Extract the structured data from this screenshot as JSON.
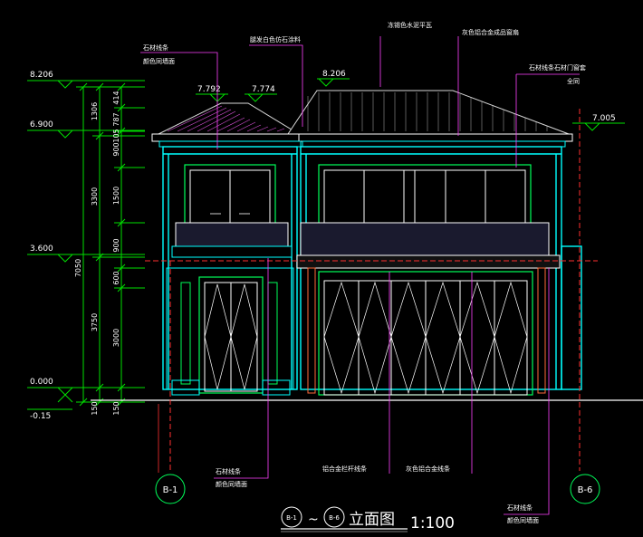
{
  "levels": {
    "left": [
      "8.206",
      "6.900",
      "3.600",
      "0.000",
      "-0.15"
    ],
    "roof_peaks": [
      "7.792",
      "7.774",
      "8.206"
    ],
    "right_eave": "7.005"
  },
  "dimensions": {
    "outer_total": "7050",
    "outer_chain": [
      "1306",
      "3300",
      "3750",
      "150"
    ],
    "inner_chain": [
      "414",
      "787",
      "105",
      "900",
      "1500",
      "900",
      "600",
      "3000",
      "150"
    ]
  },
  "annotations": {
    "stone_trim_left_top": "石材线条",
    "paint_left_top": "颜色同墙面",
    "white_stone_coating": "腿发白色仿石涂料",
    "roof_tile": "冻锡色水泥平瓦",
    "alu_alloy_window": "灰色铝合金成品窗扇",
    "stone_lintel": "石材线条石材门窗套",
    "same_right": "全同",
    "stone_trim_bottom_left": "石材线条",
    "paint_bottom_left": "颜色同墙面",
    "alu_railing_label": "铝合金栏杆线条",
    "gray_alu_label": "灰色铝合金线条",
    "stone_trim_bottom_right": "石材线条",
    "paint_bottom_right": "颜色同墙面"
  },
  "axis_bubbles": {
    "left": "B-1",
    "right": "B-6"
  },
  "title": {
    "axis_from": "B-1",
    "tilde": "~",
    "axis_to": "B-6",
    "name": "立面图",
    "scale": "1:100"
  },
  "colors": {
    "wall_cyan": "#00ffff",
    "detail_green": "#00ff5a",
    "dim_green": "#00e000",
    "roof_white": "#d8d8d8",
    "roof_magenta": "#ff60ff",
    "axis_red": "#ff3030",
    "leader_magenta": "#ff40ff",
    "annotation_white": "#ffffff"
  }
}
